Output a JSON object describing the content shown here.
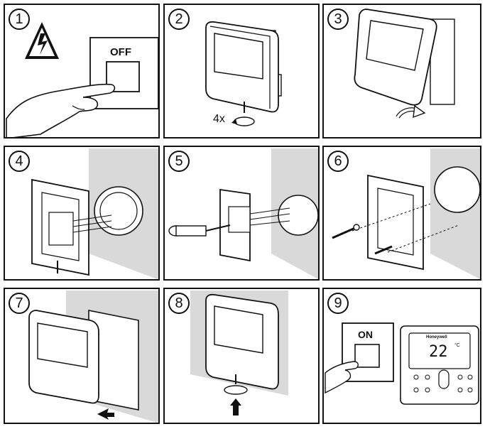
{
  "steps": [
    {
      "number": "1",
      "label": "OFF"
    },
    {
      "number": "2",
      "label": "4x"
    },
    {
      "number": "3"
    },
    {
      "number": "4"
    },
    {
      "number": "5"
    },
    {
      "number": "6"
    },
    {
      "number": "7"
    },
    {
      "number": "8"
    },
    {
      "number": "9",
      "label": "ON",
      "brand": "Honeywell",
      "display": "22",
      "unit": "°C"
    }
  ],
  "colors": {
    "line": "#111111",
    "wall": "#d9d9d9",
    "screen": "#ffffff"
  }
}
